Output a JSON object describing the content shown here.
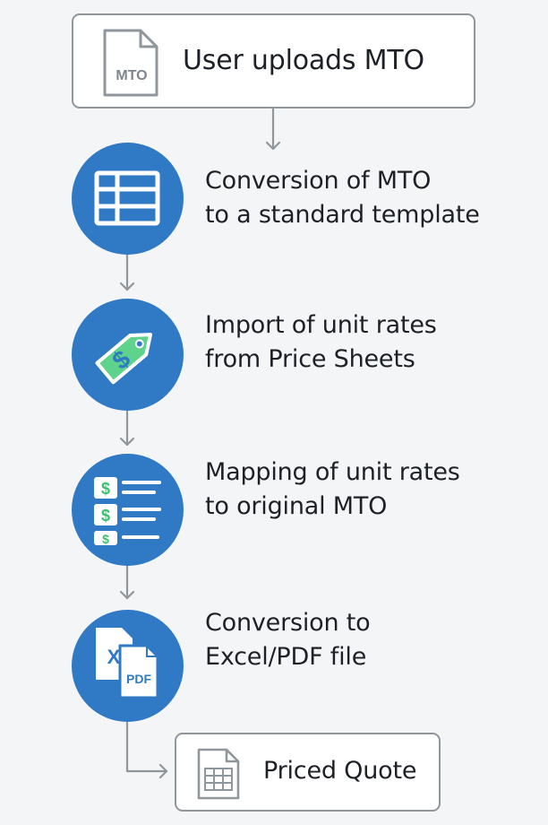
{
  "start": {
    "label": "User uploads MTO",
    "icon": "document-icon",
    "icon_text": "MTO"
  },
  "steps": [
    {
      "line1": "Conversion of MTO",
      "line2": "to a standard template",
      "icon": "table-icon"
    },
    {
      "line1": "Import of unit rates",
      "line2": "from Price Sheets",
      "icon": "price-tag-icon",
      "icon_text": "$"
    },
    {
      "line1": "Mapping of unit rates",
      "line2": "to original MTO",
      "icon": "dollar-list-icon",
      "icon_text": "$"
    },
    {
      "line1": "Conversion to",
      "line2": "Excel/PDF file",
      "icon": "excel-pdf-icon",
      "icon_text_excel": "X",
      "icon_text_pdf": "PDF"
    }
  ],
  "end": {
    "label": "Priced Quote",
    "icon": "spreadsheet-document-icon"
  },
  "colors": {
    "circle": "#2f79c5",
    "border": "#8f969c",
    "connector": "#8f969c",
    "accent_green": "#5fd38c",
    "text": "#1d2127"
  }
}
